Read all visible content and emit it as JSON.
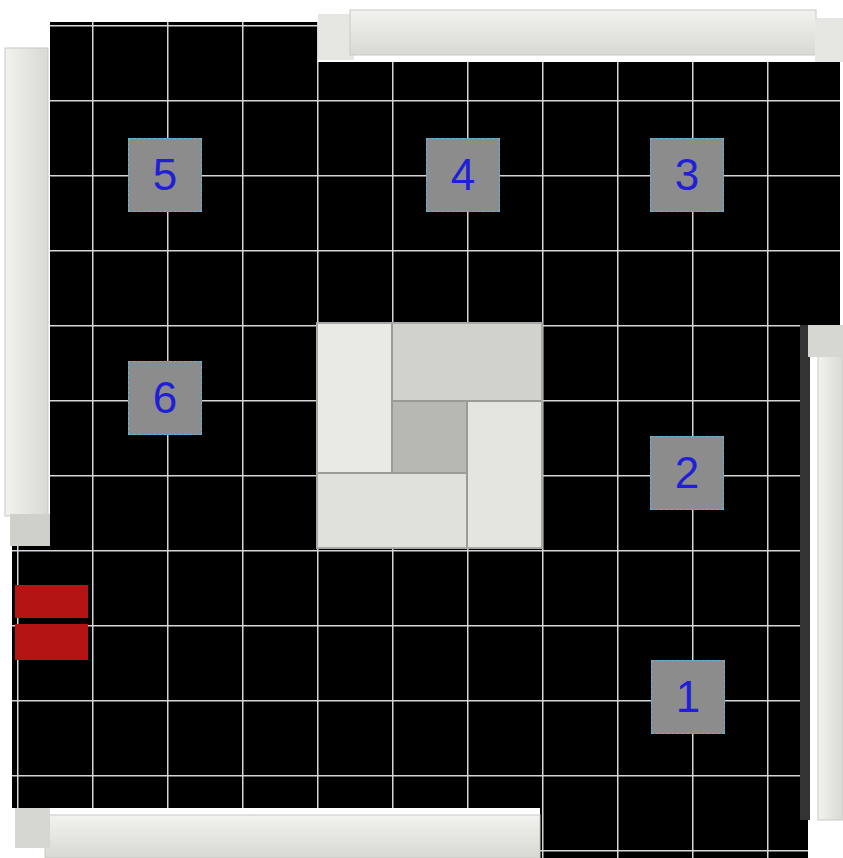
{
  "diagram": {
    "nodes": [
      {
        "text": [
          "5"
        ]
      },
      {
        "text": [
          "4"
        ]
      },
      {
        "text": [
          "3"
        ]
      },
      {
        "text": [
          "6"
        ]
      },
      {
        "text": [
          "2"
        ]
      },
      {
        "text": [
          "1"
        ]
      }
    ]
  }
}
